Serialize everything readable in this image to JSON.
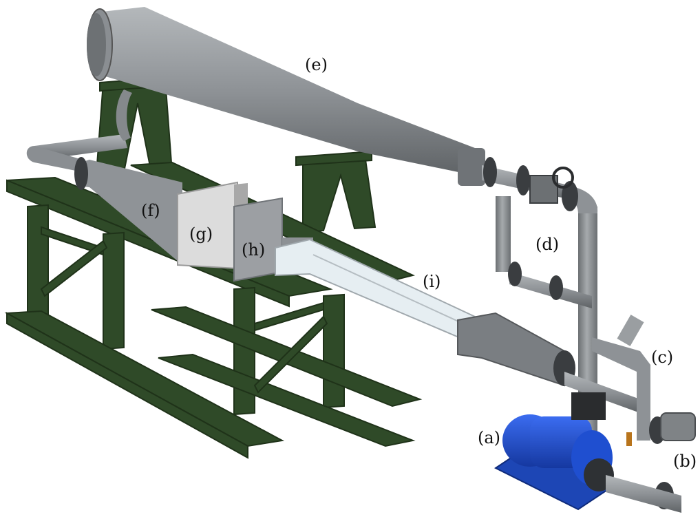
{
  "labels": {
    "a": "(a)",
    "b": "(b)",
    "c": "(c)",
    "d": "(d)",
    "e": "(e)",
    "f": "(f)",
    "g": "(g)",
    "h": "(h)",
    "i": "(i)"
  },
  "colors": {
    "frame": "#2f4a28",
    "frame_dark": "#1f3219",
    "pipe": "#8e9296",
    "pipe_dark": "#5f6366",
    "flange": "#3a3d40",
    "box_light": "#dcdcdc",
    "glass": "#e6eef2",
    "pump": "#1f4fd0",
    "pump_base": "#1d46b5",
    "valve_accent": "#b8741c"
  }
}
